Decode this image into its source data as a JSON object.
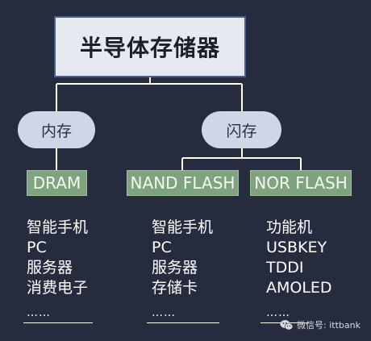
{
  "root": {
    "title": "半导体存储器"
  },
  "branches": [
    {
      "label": "内存",
      "children": [
        {
          "label": "DRAM",
          "items": [
            "智能手机",
            "PC",
            "服务器",
            "消费电子"
          ],
          "more": "……"
        }
      ]
    },
    {
      "label": "闪存",
      "children": [
        {
          "label": "NAND FLASH",
          "items": [
            "智能手机",
            "PC",
            "服务器",
            "存储卡"
          ],
          "more": "……"
        },
        {
          "label": "NOR FLASH",
          "items": [
            "功能机",
            "USBKEY",
            "TDDI",
            "AMOLED"
          ],
          "more": "……"
        }
      ]
    }
  ],
  "watermark": {
    "text": "微信号: ittbank",
    "icon": "wechat-icon"
  },
  "colors": {
    "background": "#262c3d",
    "root_fill": "#e7e9f0",
    "root_border": "#4a5f8e",
    "pill_fill": "#cfd6e6",
    "leaf_fill": "#7fa37f",
    "connector": "#ffffff"
  }
}
